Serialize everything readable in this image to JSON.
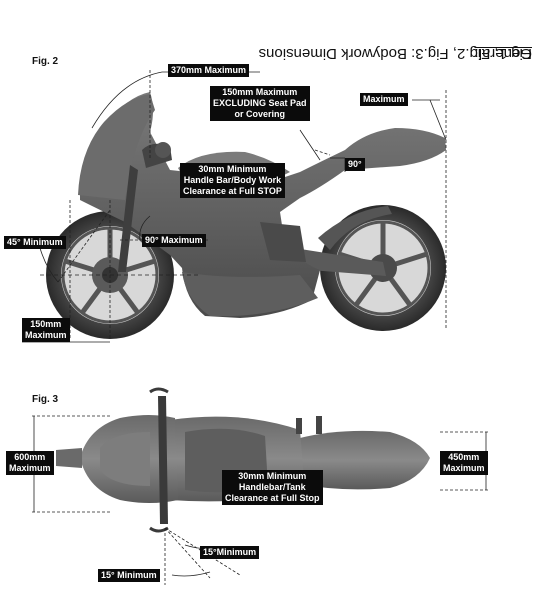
{
  "figures": {
    "fig2_label": "Fig. 2",
    "fig3_label": "Fig. 3"
  },
  "side_title": {
    "general": "General:",
    "rest": " Fig.1, Fig.2, Fig.3: Bodywork Dimensions"
  },
  "fig2_labels": {
    "max_370": "370mm Maximum",
    "seat_max": "150mm Maximum\nEXCLUDING Seat Pad\nor Covering",
    "tail_max": "Maximum",
    "clearance": "30mm Minimum\nHandle Bar/Body Work\nClearance at Full STOP",
    "angle_90_seat": "90°",
    "angle_45_min": "45° Minimum",
    "angle_90_max": "90° Maximum",
    "front_150": "150mm\nMaximum"
  },
  "fig3_labels": {
    "width_600": "600mm\nMaximum",
    "width_450": "450mm\nMaximum",
    "tank_clearance": "30mm Minimum\nHandlebar/Tank\nClearance at Full Stop",
    "steer_15_a": "15°Minimum",
    "steer_15_b": "15° Minimum"
  },
  "colors": {
    "body": "#5c5c5c",
    "body_dark": "#3a3a3a",
    "label_bg": "#0b0b0b",
    "line": "#222222"
  }
}
